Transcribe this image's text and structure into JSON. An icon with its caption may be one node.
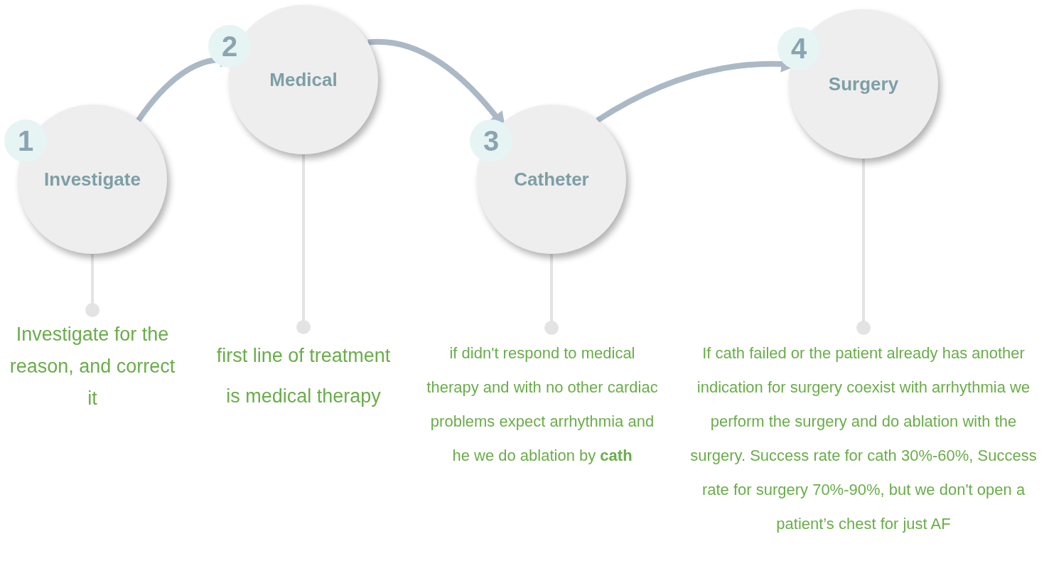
{
  "diagram": {
    "nodes": [
      {
        "text": [
          "1",
          "Investigate"
        ]
      },
      {
        "text": [
          "Investigate for the reason, and correct it"
        ]
      },
      {
        "text": [
          "2",
          "Medical"
        ]
      },
      {
        "text": [
          "first line of treatment is medical therapy"
        ]
      },
      {
        "text": [
          "3",
          "Catheter"
        ]
      },
      {
        "text": [
          "if didn't respond to medical therapy and with no other cardiac problems expect arrhythmia and he we do ablation by **cath**"
        ]
      },
      {
        "text": [
          "4",
          "Surgery"
        ]
      },
      {
        "text": [
          "If cath failed or the patient already has another indication for surgery coexist with arrhythmia we perform the surgery and do ablation with the surgery. Success rate for cath 30%-60%, Success rate for surgery 70%-90%, but we don't open a patient’s chest for just AF"
        ]
      }
    ],
    "edges": [
      {
        "from": 0,
        "to": 2,
        "arrow": "to",
        "style": "thick"
      },
      {
        "from": 2,
        "to": 4,
        "arrow": "to",
        "style": "thick"
      },
      {
        "from": 4,
        "to": 6,
        "arrow": "to",
        "style": "thick"
      },
      {
        "from": 0,
        "to": 1,
        "arrow": "other"
      },
      {
        "from": 2,
        "to": 3,
        "arrow": "other"
      },
      {
        "from": 4,
        "to": 5,
        "arrow": "other"
      },
      {
        "from": 6,
        "to": 7,
        "arrow": "other"
      }
    ]
  }
}
